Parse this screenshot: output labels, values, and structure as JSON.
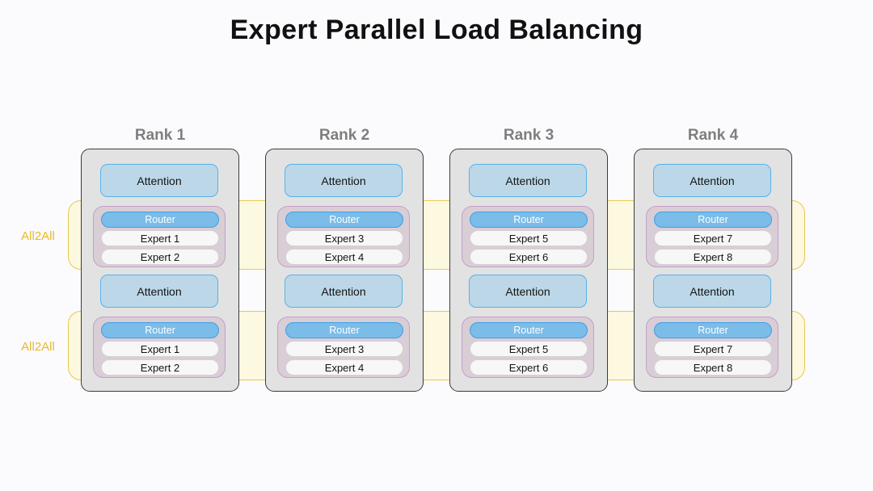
{
  "title": "Expert Parallel Load Balancing",
  "colors": {
    "background": "#fbfbfd",
    "title_text": "#111111",
    "rank_label": "#7e7e7e",
    "rank_box_fill": "#e2e2e2",
    "rank_box_border": "#3c3c3c",
    "attention_fill": "#bcd8e8",
    "attention_border": "#56b2e8",
    "router_fill": "#7bbce8",
    "router_border": "#3ea0e2",
    "router_text": "#ffffff",
    "expert_fill": "#f7f7f7",
    "expert_border": "#d3d3d3",
    "moe_group_fill": "#d9cdd6",
    "moe_group_border": "#c5a0c8",
    "all2all_band_fill": "#fdf8e0",
    "all2all_band_border": "#e8c84e",
    "all2all_label": "#e8b829"
  },
  "all2all": [
    {
      "label": "All2All"
    },
    {
      "label": "All2All"
    }
  ],
  "ranks": [
    {
      "label": "Rank 1",
      "blocks": [
        {
          "attention": "Attention",
          "router": "Router",
          "experts": [
            "Expert 1",
            "Expert 2"
          ]
        },
        {
          "attention": "Attention",
          "router": "Router",
          "experts": [
            "Expert 1",
            "Expert 2"
          ]
        }
      ]
    },
    {
      "label": "Rank 2",
      "blocks": [
        {
          "attention": "Attention",
          "router": "Router",
          "experts": [
            "Expert 3",
            "Expert 4"
          ]
        },
        {
          "attention": "Attention",
          "router": "Router",
          "experts": [
            "Expert 3",
            "Expert 4"
          ]
        }
      ]
    },
    {
      "label": "Rank 3",
      "blocks": [
        {
          "attention": "Attention",
          "router": "Router",
          "experts": [
            "Expert 5",
            "Expert 6"
          ]
        },
        {
          "attention": "Attention",
          "router": "Router",
          "experts": [
            "Expert 5",
            "Expert 6"
          ]
        }
      ]
    },
    {
      "label": "Rank 4",
      "blocks": [
        {
          "attention": "Attention",
          "router": "Router",
          "experts": [
            "Expert 7",
            "Expert 8"
          ]
        },
        {
          "attention": "Attention",
          "router": "Router",
          "experts": [
            "Expert 7",
            "Expert 8"
          ]
        }
      ]
    }
  ]
}
